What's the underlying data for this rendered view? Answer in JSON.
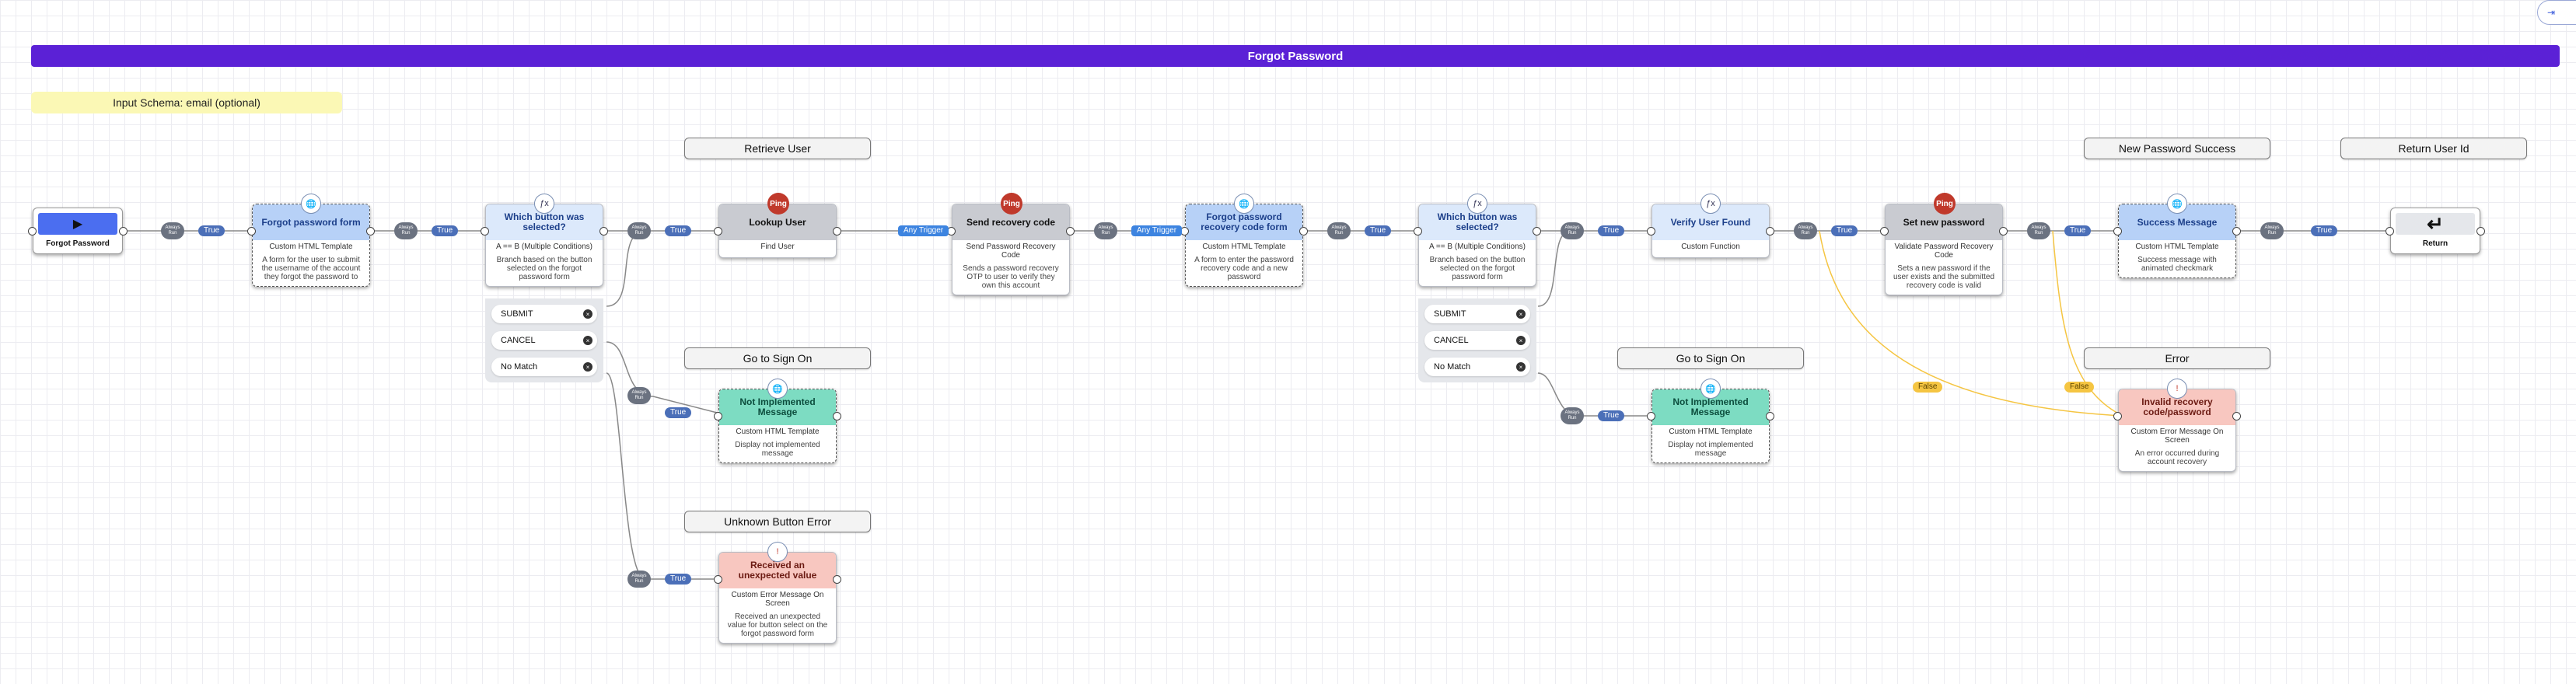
{
  "canvas": {
    "title": "Forgot Password",
    "input_schema": "Input Schema: email (optional)",
    "top_link_icon": "exit-icon"
  },
  "group_labels": {
    "retrieve_user": "Retrieve User",
    "go_sign_on_1": "Go to Sign On",
    "unknown_button": "Unknown Button Error",
    "go_sign_on_2": "Go to Sign On",
    "new_password_success": "New Password Success",
    "error": "Error",
    "return_user_id": "Return User Id"
  },
  "nodes": {
    "start": {
      "label": "Forgot Password",
      "icon": "play-icon"
    },
    "forgot_form": {
      "title": "Forgot password form",
      "subtitle": "Custom HTML Template",
      "desc": "A form for the user to submit the username of the account they forgot the password to",
      "icon": "globe-icon"
    },
    "which_button_1": {
      "title": "Which button was selected?",
      "subtitle": "A == B (Multiple Conditions)",
      "desc": "Branch based on the button selected on the forgot password form",
      "icon": "function-icon",
      "options": [
        "SUBMIT",
        "CANCEL",
        "No Match"
      ]
    },
    "lookup_user": {
      "title": "Lookup User",
      "subtitle": "Find User",
      "badge": "Ping"
    },
    "send_recovery": {
      "title": "Send recovery code",
      "subtitle": "Send Password Recovery Code",
      "desc": "Sends a password recovery OTP to user to verify they own this account",
      "badge": "Ping"
    },
    "recovery_form": {
      "title": "Forgot password recovery code form",
      "subtitle": "Custom HTML Template",
      "desc": "A form to enter the password recovery code and a new password",
      "icon": "globe-icon"
    },
    "which_button_2": {
      "title": "Which button was selected?",
      "subtitle": "A == B (Multiple Conditions)",
      "desc": "Branch based on the button selected on the forgot password form",
      "icon": "function-icon",
      "options": [
        "SUBMIT",
        "CANCEL",
        "No Match"
      ]
    },
    "verify_user": {
      "title": "Verify User Found",
      "subtitle": "Custom Function",
      "icon": "function-icon"
    },
    "set_password": {
      "title": "Set new password",
      "subtitle": "Validate Password Recovery Code",
      "desc": "Sets a new password if the user exists and the submitted recovery code is valid",
      "badge": "Ping"
    },
    "success_msg": {
      "title": "Success Message",
      "subtitle": "Custom HTML Template",
      "desc": "Success message with animated checkmark",
      "icon": "globe-icon"
    },
    "return": {
      "label": "Return",
      "icon": "return-arrow-icon"
    },
    "not_impl_1": {
      "title": "Not Implemented Message",
      "subtitle": "Custom HTML Template",
      "desc": "Display not implemented message",
      "icon": "globe-icon"
    },
    "unexpected": {
      "title": "Received an unexpected value",
      "subtitle": "Custom Error Message On Screen",
      "desc": "Received an unexpected value for button select on the forgot password form",
      "icon": "alert-icon"
    },
    "not_impl_2": {
      "title": "Not Implemented Message",
      "subtitle": "Custom HTML Template",
      "desc": "Display not implemented message",
      "icon": "globe-icon"
    },
    "invalid_code": {
      "title": "Invalid recovery code/password",
      "subtitle": "Custom Error Message On Screen",
      "desc": "An error occurred during account recovery",
      "icon": "alert-icon"
    }
  },
  "connectors": {
    "true_label": "True",
    "false_label": "False",
    "any_trigger_label": "Any Trigger",
    "router_label": "Always Run"
  },
  "colors": {
    "banner": "#5b21d6",
    "schema": "#fbf8b5",
    "true_chip": "#4b6fb8",
    "false_chip": "#f5c542",
    "false_wire": "#f5c542"
  }
}
